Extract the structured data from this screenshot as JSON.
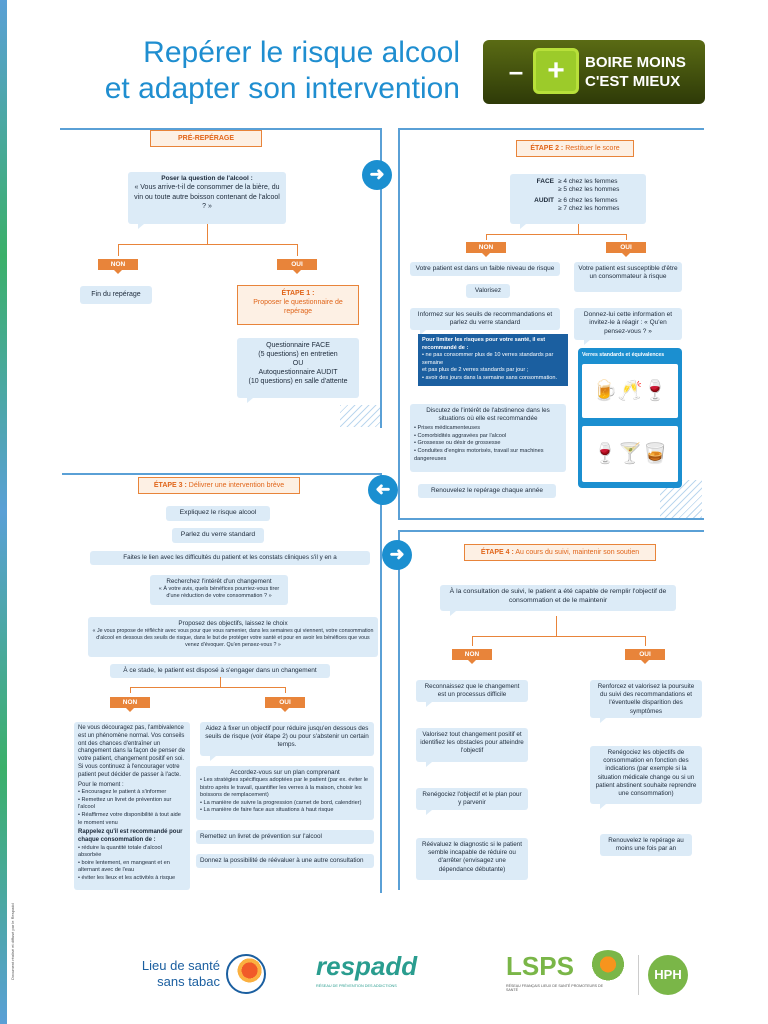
{
  "title_line1": "Repérer le risque alcool",
  "title_line2": "et adapter son intervention",
  "logo": {
    "minus": "–",
    "plus": "+",
    "line1": "BOIRE MOINS",
    "line2": "C'EST MIEUX"
  },
  "pre": {
    "head": "PRÉ-REPÉRAGE",
    "question_title": "Poser la question de l'alcool :",
    "question": "« Vous arrive-t-il de consommer de la bière, du vin ou toute autre boisson contenant de l'alcool ? »",
    "non": "NON",
    "oui": "OUI",
    "fin": "Fin du repérage",
    "etape1_a": "ÉTAPE 1 :",
    "etape1_b": "Proposer le questionnaire de repérage",
    "q1": "Questionnaire FACE",
    "q2": "(5 questions) en entretien",
    "q3": "OU",
    "q4": "Autoquestionnaire AUDIT",
    "q5": "(10 questions) en salle d'attente"
  },
  "e2": {
    "head_a": "ÉTAPE 2 :",
    "head_b": "Restituer le score",
    "face": "FACE",
    "face1": "≥ 4 chez les femmes",
    "face2": "≥ 5 chez les hommes",
    "audit": "AUDIT",
    "audit1": "≥ 6 chez les femmes",
    "audit2": "≥ 7 chez les hommes",
    "non": "NON",
    "oui": "OUI",
    "low": "Votre patient est dans un faible niveau de risque",
    "valorisez": "Valorisez",
    "risk": "Votre patient est susceptible d'être un consommateur à risque",
    "informez": "Informez sur les seuils de recommandations et parlez du verre standard",
    "donnez": "Donnez-lui cette information et invitez-le à réagir : « Qu'en pensez-vous ? »",
    "limit_title": "Pour limiter les risques pour votre santé, il est recommandé de :",
    "limit1": "• ne pas consommer plus de 10 verres standards par semaine",
    "limit2": "et pas plus de 2 verres standards par jour ;",
    "limit3": "• avoir des jours dans la semaine sans consommation.",
    "verres": "Verres standards et équivalences",
    "discutez": "Discutez de l'intérêt de l'abstinence dans les situations où elle est recommandée",
    "d1": "• Prises médicamenteuses",
    "d2": "• Comorbidités aggravées par l'alcool",
    "d3": "• Grossesse ou désir de grossesse",
    "d4": "• Conduites d'engins motorisés, travail sur machines dangereuses",
    "renouvelez": "Renouvelez le repérage chaque année"
  },
  "e3": {
    "head_a": "ÉTAPE 3 :",
    "head_b": "Délivrer une intervention brève",
    "s1": "Expliquez le risque alcool",
    "s2": "Parlez du verre standard",
    "s3": "Faites le lien avec les difficultés du patient et les constats cliniques s'il y en a",
    "s4a": "Recherchez l'intérêt d'un changement",
    "s4b": "« À votre avis, quels bénéfices pourriez-vous tirer d'une réduction de votre consommation ? »",
    "s5a": "Proposez des objectifs, laissez le choix",
    "s5b": "« Je vous propose de réfléchir avec vous pour que vous ramenier, dans les semaines qui viennent, votre consommation d'alcool en dessous des seuils de risque, dans le but de protéger votre santé et pour en avoir les bénéfices que vous venez d'évoquer. Qu'en pensez-vous ? »",
    "s6": "À ce stade, le patient est disposé à s'engager dans un changement",
    "non": "NON",
    "oui": "OUI",
    "nonbox1": "Ne vous découragez pas, l'ambivalence est un phénomène normal. Vos conseils ont des chances d'entraîner un changement dans la façon de penser de votre patient, changement positif en soi.",
    "nonbox2": "Si vous continuez à l'encourager votre patient peut décider de passer à l'acte.",
    "pour": "Pour le moment :",
    "p1": "• Encouragez le patient à s'informer",
    "p2": "• Remettez un livret de prévention sur l'alcool",
    "p3": "• Réaffirmez votre disponibilité à tout aide le moment venu",
    "rappel": "Rappelez qu'il est recommandé pour chaque consommation de :",
    "r1": "• réduire la quantité totale d'alcool absorbée",
    "r2": "• boire lentement, en mangeant et en alternant avec de l'eau",
    "r3": "• éviter les lieux et les activités à risque",
    "o1": "Aidez à fixer un objectif pour réduire jusqu'en dessous des seuils de risque (voir étape 2) ou pour s'abstenir un certain temps.",
    "o2": "Accordez-vous sur un plan comprenant",
    "o2a": "• Les stratégies spécifiques adoptées par le patient (par ex. éviter le bistro après le travail, quantifier les verres à la maison, choisir les boissons de remplacement)",
    "o2b": "• La manière de suivre la progression (carnet de bord, calendrier)",
    "o2c": "• La manière de faire face aux situations à haut risque",
    "o3": "Remettez un livret de prévention sur l'alcool",
    "o4": "Donnez la possibilité de réévaluer à une autre consultation"
  },
  "e4": {
    "head_a": "ÉTAPE 4 :",
    "head_b": "Au cours du suivi, maintenir son soutien",
    "intro": "À la consultation de suivi, le patient a été capable de remplir l'objectif de consommation et de le maintenir",
    "non": "NON",
    "oui": "OUI",
    "n1": "Reconnaissez que le changement est un processus difficile",
    "n2": "Valorisez tout changement positif et identifiez les obstacles pour atteindre l'objectif",
    "n3": "Renégociez l'objectif et le plan pour y parvenir",
    "n4": "Réévaluez le diagnostic si le patient semble incapable de réduire ou d'arrêter (envisagez une dépendance débutante)",
    "y1": "Renforcez et valorisez la poursuite du suivi des recommandations et l'éventuelle disparition des symptômes",
    "y2": "Renégociez les objectifs de consommation en fonction des indications (par exemple si la situation médicale change ou si un patient abstinent souhaite reprendre une consommation)",
    "y3": "Renouvelez le repérage au moins une fois par an"
  },
  "footer": {
    "lieu1": "Lieu de santé",
    "lieu2": "sans tabac",
    "respadd": "respadd",
    "respadd_sub": "RÉSEAU DE PRÉVENTION DES ADDICTIONS",
    "lsps": "LSPS",
    "lsps_sub": "RÉSEAU FRANÇAIS LIEUX DE SANTÉ PROMOTEURS DE SANTÉ",
    "hph": "HPH",
    "side": "Document réalisé et diffusé par le Respadd"
  }
}
